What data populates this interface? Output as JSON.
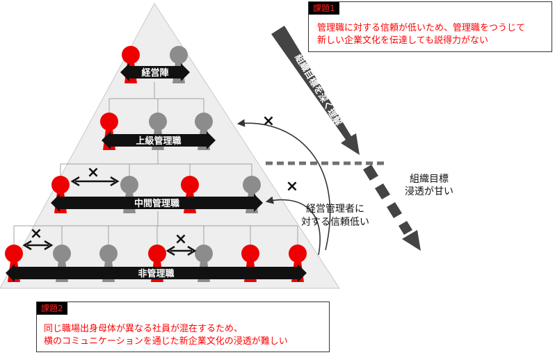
{
  "colors": {
    "red": "#ee0000",
    "gray": "#8c8c8c",
    "triangle": "#eeeeee",
    "bar": "#111111",
    "dashed": "#707070",
    "diag_arrow": "#444444",
    "box_text": "#ff0000"
  },
  "pyramid": {
    "levels": [
      {
        "label": "経営陣",
        "people": [
          "red",
          "gray"
        ]
      },
      {
        "label": "上級管理職",
        "people": [
          "red",
          "gray",
          "gray"
        ]
      },
      {
        "label": "中間管理職",
        "people": [
          "red",
          "gray",
          "red",
          "gray"
        ]
      },
      {
        "label": "非管理職",
        "people": [
          "red",
          "gray",
          "gray",
          "red",
          "gray",
          "red",
          "red"
        ]
      }
    ]
  },
  "marks": {
    "cross": "×"
  },
  "arrows": {
    "deep_understanding": "組織目標を深く理解",
    "shallow_penetration": [
      "組織目標",
      "浸透が甘い"
    ]
  },
  "low_trust_label": [
    "経営管理者に",
    "対する信頼低い"
  ],
  "issues": [
    {
      "tag": "課題1",
      "lines": [
        "管理職に対する信頼が低いため、管理職をつうじて",
        "新しい企業文化を伝達しても説得力がない"
      ]
    },
    {
      "tag": "課題2",
      "lines": [
        "同じ職場出身母体が異なる社員が混在するため、",
        "横のコミュニケーションを通じた新企業文化の浸透が難しい"
      ]
    }
  ]
}
